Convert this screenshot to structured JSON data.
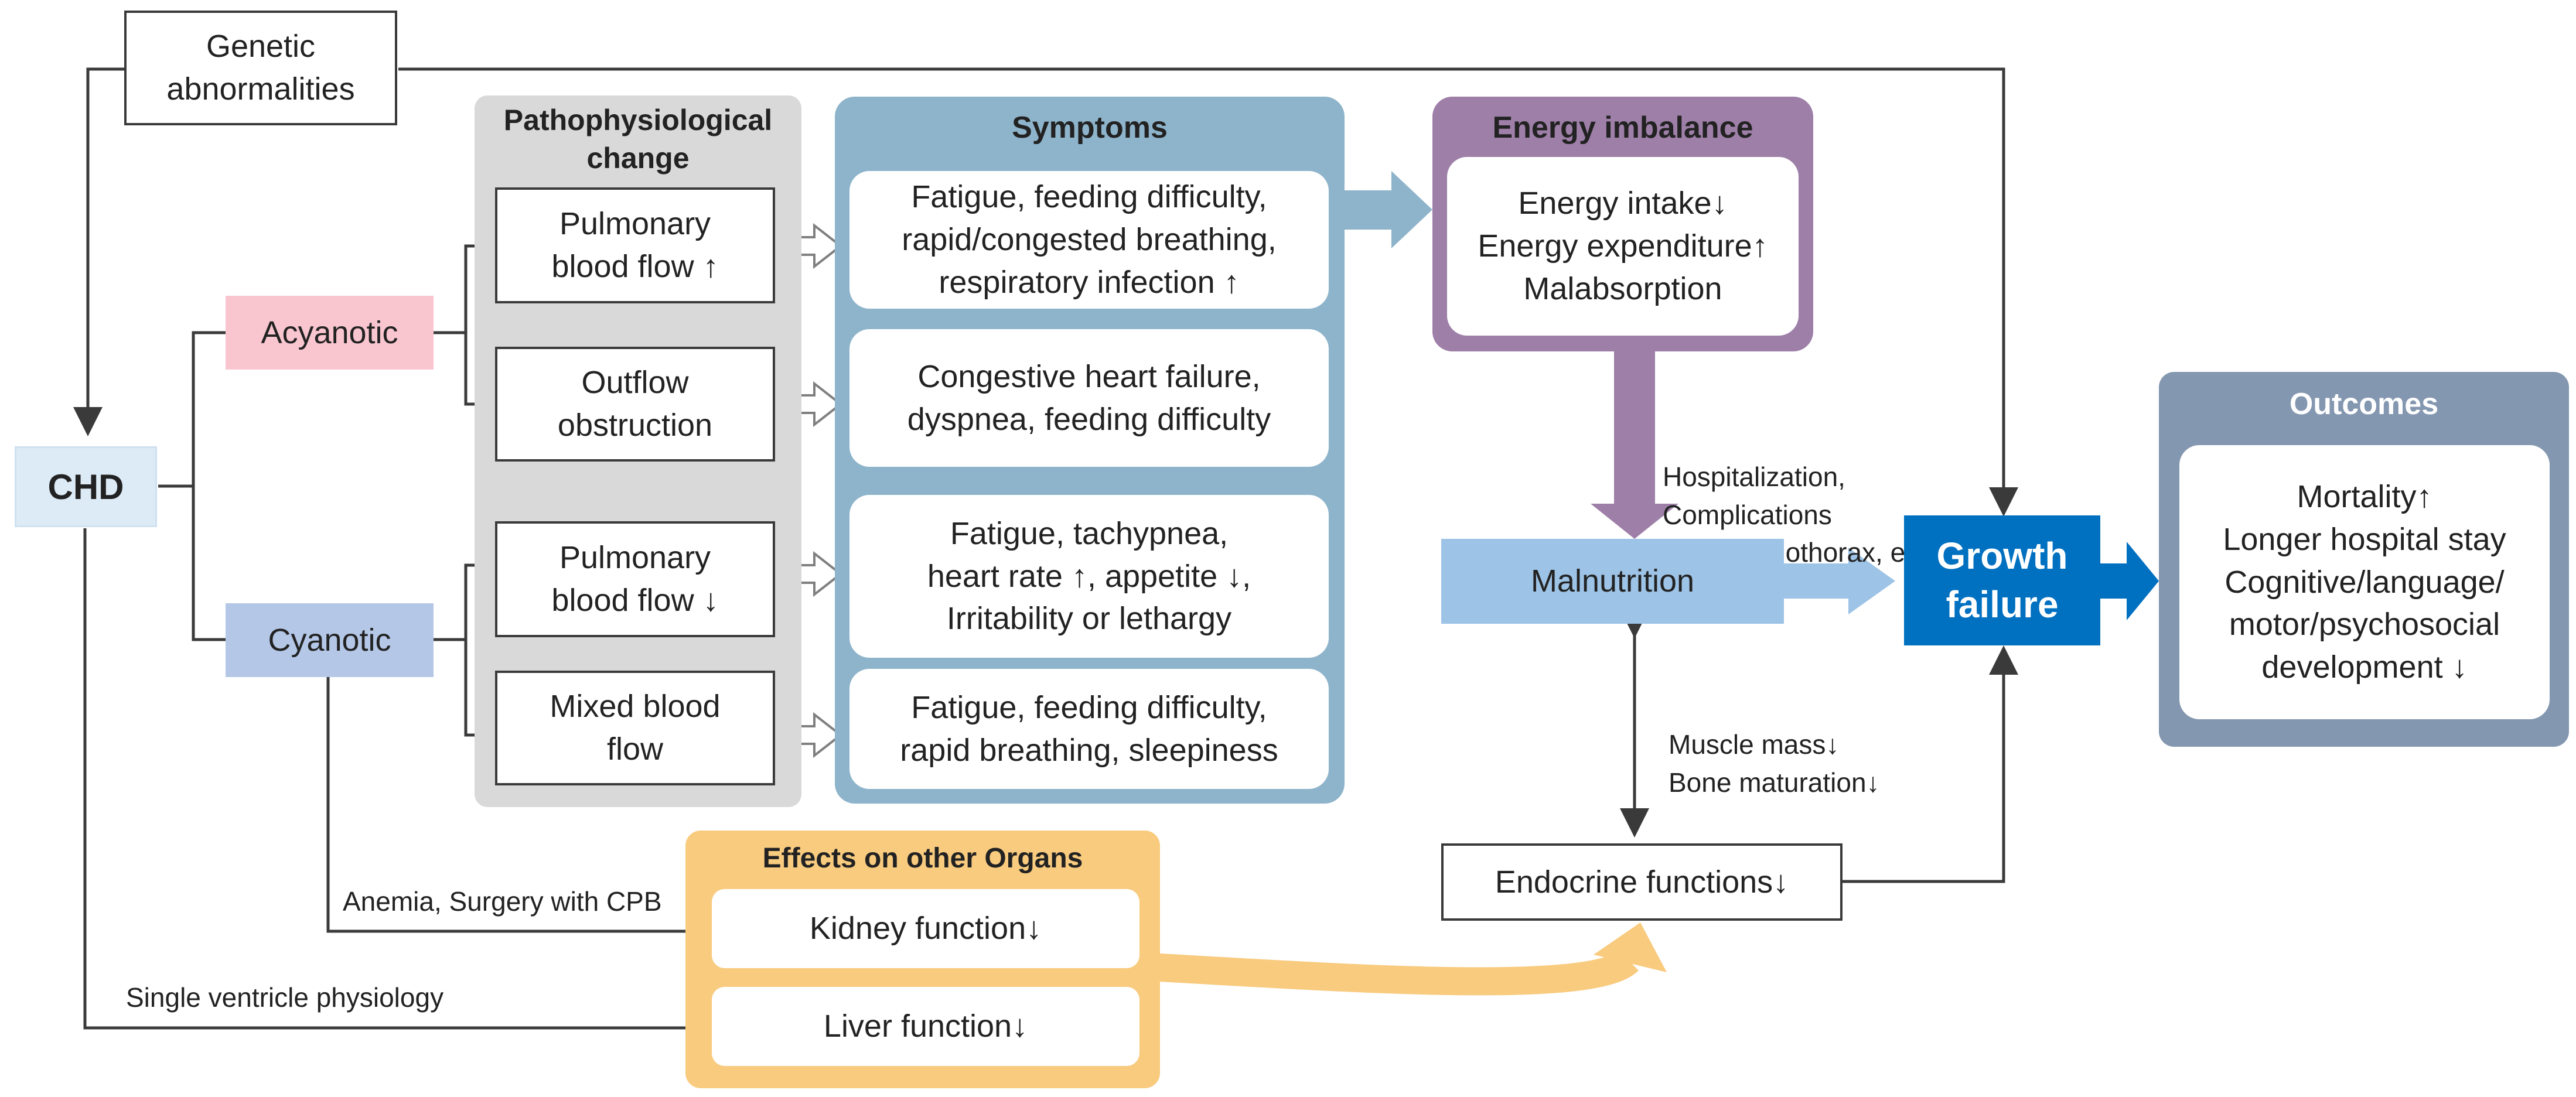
{
  "nodes": {
    "genetic": "Genetic\nabnormalities",
    "chd": "CHD",
    "acyanotic": "Acyanotic",
    "cyanotic": "Cyanotic",
    "patho_title": "Pathophysiological\nchange",
    "patho": [
      "Pulmonary\nblood flow ↑",
      "Outflow\nobstruction",
      "Pulmonary\nblood flow ↓",
      "Mixed blood\nflow"
    ],
    "symptoms_title": "Symptoms",
    "symptoms": [
      "Fatigue, feeding difficulty,\nrapid/congested breathing,\nrespiratory infection ↑",
      "Congestive heart failure,\ndyspnea, feeding difficulty",
      "Fatigue, tachypnea,\nheart rate ↑, appetite ↓,\nIrritability or lethargy",
      "Fatigue, feeding difficulty,\nrapid breathing, sleepiness"
    ],
    "energy_title": "Energy imbalance",
    "energy_body": "Energy intake↓\nEnergy expenditure↑\nMalabsorption",
    "malnutrition": "Malnutrition",
    "growth_failure": "Growth\nfailure",
    "outcomes_title": "Outcomes",
    "outcomes_body": "Mortality↑\nLonger hospital stay\nCognitive/language/\nmotor/psychosocial\ndevelopment ↓",
    "endocrine": "Endocrine functions↓",
    "organs_title": "Effects on other Organs",
    "organs": [
      "Kidney function↓",
      "Liver function↓"
    ]
  },
  "labels": {
    "hospitalization": "Hospitalization,\nComplications\n(PLE, chylothorax, etc.)",
    "muscle": "Muscle mass↓\nBone maturation↓",
    "anemia": "Anemia, Surgery with CPB",
    "single_ventricle": "Single ventricle physiology"
  },
  "colors": {
    "acyanotic": "#f9c6d0",
    "cyanotic": "#b4c7e7",
    "chd": "#ddebf7",
    "patho_panel": "#d9d9d9",
    "symptoms_panel": "#8eb4cb",
    "energy_panel": "#9e7fa8",
    "malnutrition": "#9dc3e6",
    "growth_failure": "#0070c0",
    "outcomes_panel": "#8497b0",
    "organs_panel": "#f8cb7f",
    "line": "#3a3a3a"
  }
}
